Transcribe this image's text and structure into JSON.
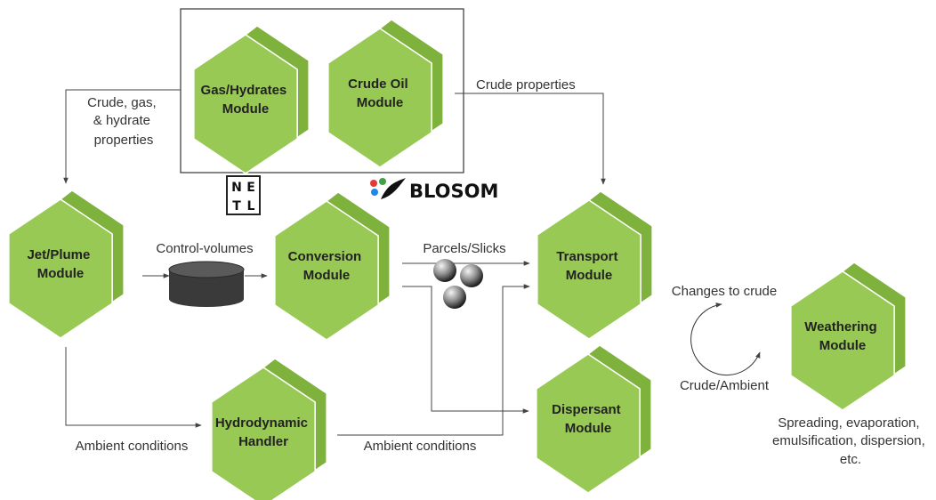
{
  "colors": {
    "hex_front": "#99c955",
    "hex_side": "#7fb13d",
    "hex_top": "#b1d978",
    "line": "#444444",
    "db": "#3a3a3a"
  },
  "modules": {
    "gas_line1": "Gas/Hydrates",
    "gas_line2": "Module",
    "crude_line1": "Crude Oil",
    "crude_line2": "Module",
    "jet_line1": "Jet/Plume",
    "jet_line2": "Module",
    "conversion_line1": "Conversion",
    "conversion_line2": "Module",
    "transport_line1": "Transport",
    "transport_line2": "Module",
    "hydro_line1": "Hydrodynamic",
    "hydro_line2": "Handler",
    "dispersant_line1": "Dispersant",
    "dispersant_line2": "Module",
    "weathering_line1": "Weathering",
    "weathering_line2": "Module"
  },
  "labels": {
    "crude_gas_1": "Crude, gas,",
    "crude_gas_2": "& hydrate",
    "crude_gas_3": "properties",
    "crude_properties": "Crude properties",
    "control_volumes": "Control-volumes",
    "parcels_slicks": "Parcels/Slicks",
    "changes_to_crude": "Changes to crude",
    "crude_ambient": "Crude/Ambient",
    "ambient_1": "Ambient conditions",
    "ambient_2": "Ambient conditions",
    "weathering_1": "Spreading, evaporation,",
    "weathering_2": "emulsification, dispersion,",
    "weathering_3": "etc."
  },
  "logos": {
    "netl_1": "N",
    "netl_2": "E",
    "netl_3": "T",
    "netl_4": "L",
    "blosom": "BLOSOM"
  }
}
